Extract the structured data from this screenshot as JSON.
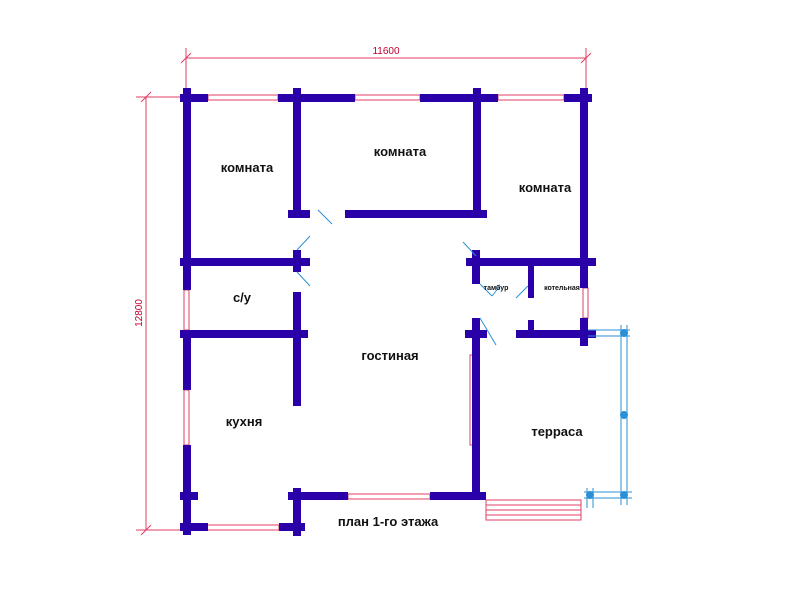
{
  "dimensions": {
    "width_label": "11600",
    "height_label": "12800"
  },
  "rooms": {
    "room_left": "комната",
    "room_center": "комната",
    "room_right": "комната",
    "bathroom": "с/у",
    "vestibule": "тамбур",
    "boiler_room": "котельная",
    "living_room": "гостиная",
    "kitchen": "кухня",
    "terrace": "терраса"
  },
  "title": "план 1-го этажа",
  "colors": {
    "walls": "#2a00a8",
    "dimension_lines": "#e03c64",
    "doors_terrace": "#2a8fd6"
  }
}
